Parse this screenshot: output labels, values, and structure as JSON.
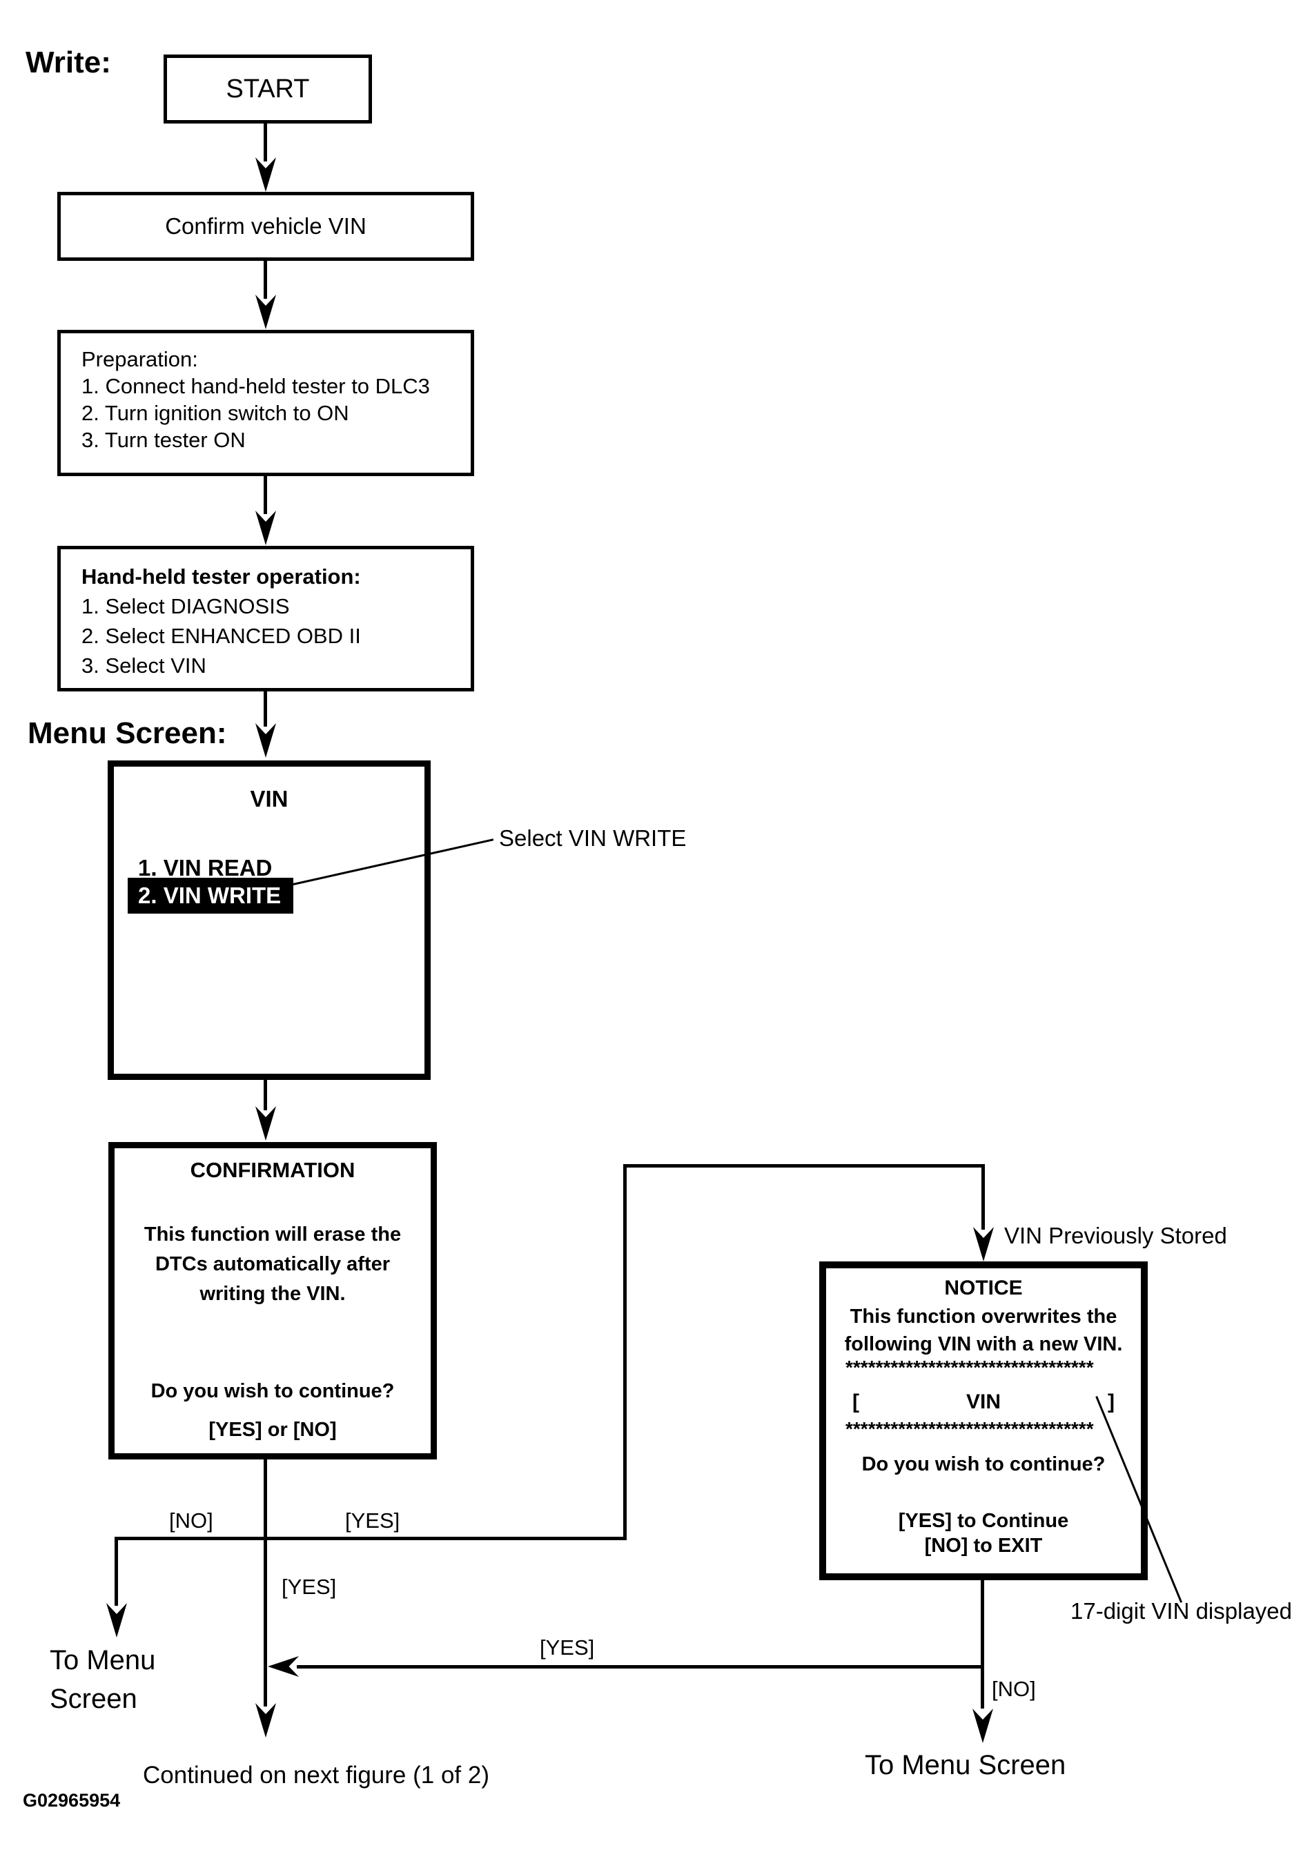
{
  "labels": {
    "write": "Write:",
    "menu_screen": "Menu Screen:",
    "select_vin_write": "Select VIN WRITE",
    "vin_previously_stored": "VIN Previously Stored",
    "vin_17_digit": "17-digit VIN displayed",
    "no_left": "[NO]",
    "yes_right": "[YES]",
    "yes_center": "[YES]",
    "yes_horizontal": "[YES]",
    "no_notice": "[NO]",
    "to_menu_left_line1": "To Menu",
    "to_menu_left_line2": "Screen",
    "to_menu_right": "To Menu Screen",
    "continued": "Continued on next figure (1 of 2)",
    "figure_id": "G02965954"
  },
  "nodes": {
    "start": {
      "label": "START"
    },
    "confirm": {
      "label": "Confirm vehicle VIN"
    },
    "preparation": {
      "title": "Preparation:",
      "items": [
        "1. Connect hand-held tester to DLC3",
        "2. Turn ignition switch to ON",
        "3. Turn tester ON"
      ]
    },
    "tester_op": {
      "title": "Hand-held tester operation:",
      "items": [
        "1. Select DIAGNOSIS",
        "2. Select ENHANCED OBD II",
        "3. Select VIN"
      ]
    },
    "vin_menu": {
      "title": "VIN",
      "item1": "1. VIN READ",
      "item2": "2. VIN WRITE"
    },
    "confirmation": {
      "title": "CONFIRMATION",
      "line1": "This function will erase the",
      "line2": "DTCs automatically after",
      "line3": "writing the VIN.",
      "question": "Do you wish to continue?",
      "options": "[YES] or [NO]"
    },
    "notice": {
      "title": "NOTICE",
      "line1": "This function overwrites the",
      "line2": "following VIN with a new VIN.",
      "stars": "*********************************",
      "bracket_open": "[",
      "vin": "VIN",
      "bracket_close": "]",
      "question": "Do you wish to continue?",
      "yes": "[YES] to Continue",
      "no": "[NO] to EXIT"
    }
  }
}
